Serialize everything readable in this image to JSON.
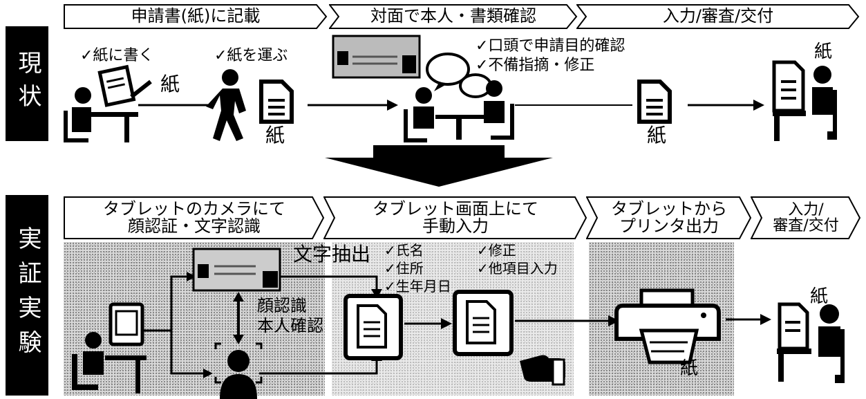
{
  "current": {
    "side_label": "現状",
    "steps": [
      "申請書(紙)に記載",
      "対面で本人・書類確認",
      "入力/審査/交付"
    ],
    "notes": {
      "write": "✓紙に書く",
      "carry": "✓紙を運ぶ",
      "purpose": "✓口頭で申請目的確認",
      "fix": "✓不備指摘・修正"
    },
    "paper_labels": [
      "紙",
      "紙",
      "紙",
      "紙"
    ]
  },
  "experiment": {
    "side_label": "実証実験",
    "steps": [
      [
        "タブレットのカメラにて",
        "顔認証・文字認識"
      ],
      [
        "タブレット画面上にて",
        "手動入力"
      ],
      [
        "タブレットから",
        "プリンタ出力"
      ],
      [
        "入力/",
        "審査/交付"
      ]
    ],
    "extract_title": "文字抽出",
    "extract_items": [
      "✓氏名",
      "✓住所",
      "✓生年月日"
    ],
    "edit_items": [
      "✓修正",
      "✓他項目入力"
    ],
    "face_label": [
      "顔認識",
      "本人確認"
    ],
    "paper_labels": [
      "紙",
      "紙"
    ]
  }
}
